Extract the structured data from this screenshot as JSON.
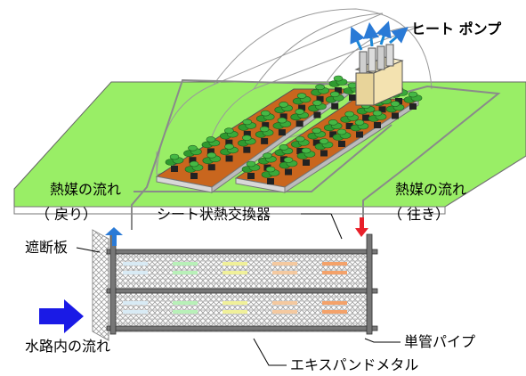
{
  "labels": {
    "heat_pump": "ヒート ポンプ",
    "heat_medium_return_1": "熱媒の流れ",
    "heat_medium_return_2": "（ 戻り）",
    "sheet_heat_exchanger": "シート状熱交換器",
    "heat_medium_supply_1": "熱媒の流れ",
    "heat_medium_supply_2": "（ 往き）",
    "shield_plate": "遮断板",
    "channel_flow": "水路内の流れ",
    "single_pipe": "単管パイプ",
    "expanded_metal": "エキスパンドメタル"
  },
  "colors": {
    "field": "#99ee66",
    "supply_arrow": "#e8202a",
    "return_arrow": "#2a7ad6",
    "flow_arrow": "#1a1ae6",
    "box": "#f3e2b0"
  }
}
